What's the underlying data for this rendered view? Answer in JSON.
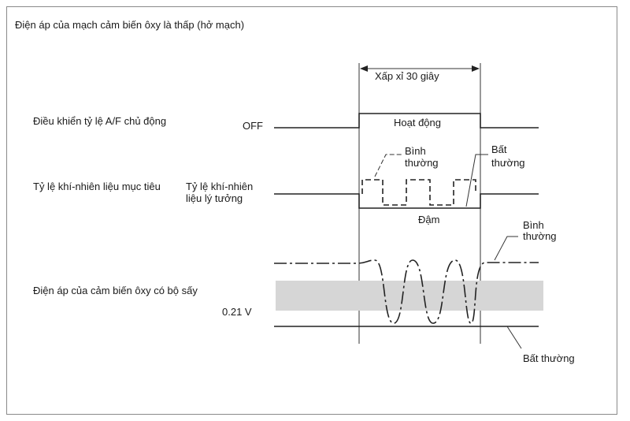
{
  "title": "Điện áp của mạch cảm biến ôxy là thấp (hở mạch)",
  "duration_label": "Xấp xỉ 30 giây",
  "active_af": {
    "label": "Điều khiển tỷ lệ A/F chủ động",
    "off_label": "OFF",
    "on_label": "Hoạt động"
  },
  "target_ratio": {
    "label": "Tỷ lệ khí-nhiên liệu mục tiêu",
    "ideal_label_line1": "Tỷ lệ khí-nhiên",
    "ideal_label_line2": "liệu lý tưởng",
    "rich_label": "Đậm",
    "normal_label_line1": "Bình",
    "normal_label_line2": "thường",
    "abnormal_label_line1": "Bất",
    "abnormal_label_line2": "thường"
  },
  "sensor": {
    "label": "Điện áp của cảm biến ôxy có bộ sấy",
    "voltage_label": "0.21 V",
    "normal_label_line1": "Bình",
    "normal_label_line2": "thường",
    "abnormal_label": "Bất thường"
  },
  "colors": {
    "line": "#222222",
    "band": "#d6d6d6",
    "frame": "#8a8a8a"
  }
}
